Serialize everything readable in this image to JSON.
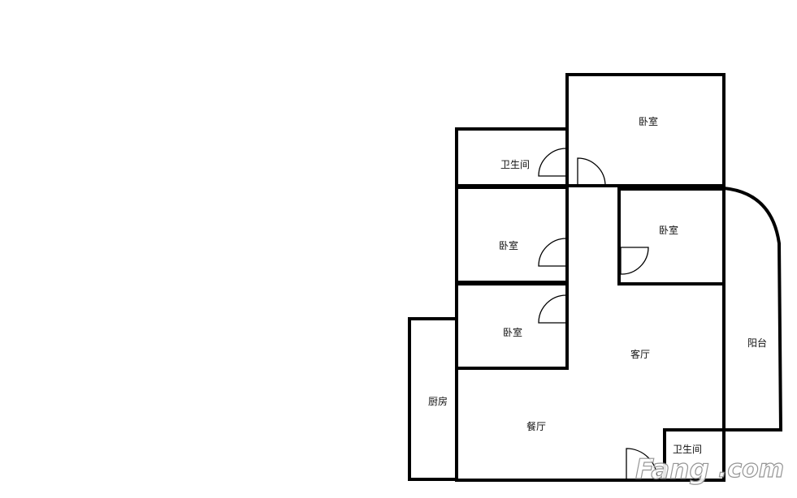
{
  "floorplan": {
    "rooms": {
      "master_bedroom": "卧室",
      "bathroom": "卫生间",
      "bedroom_middle": "卧室",
      "bedroom_right": "卧室",
      "bedroom_lower": "卧室",
      "living_room": "客厅",
      "balcony": "阳台",
      "kitchen": "厨房",
      "dining_room": "餐厅",
      "small_bathroom": "卫生间"
    }
  },
  "watermark": {
    "brand": "Fang",
    "suffix": ".com"
  }
}
